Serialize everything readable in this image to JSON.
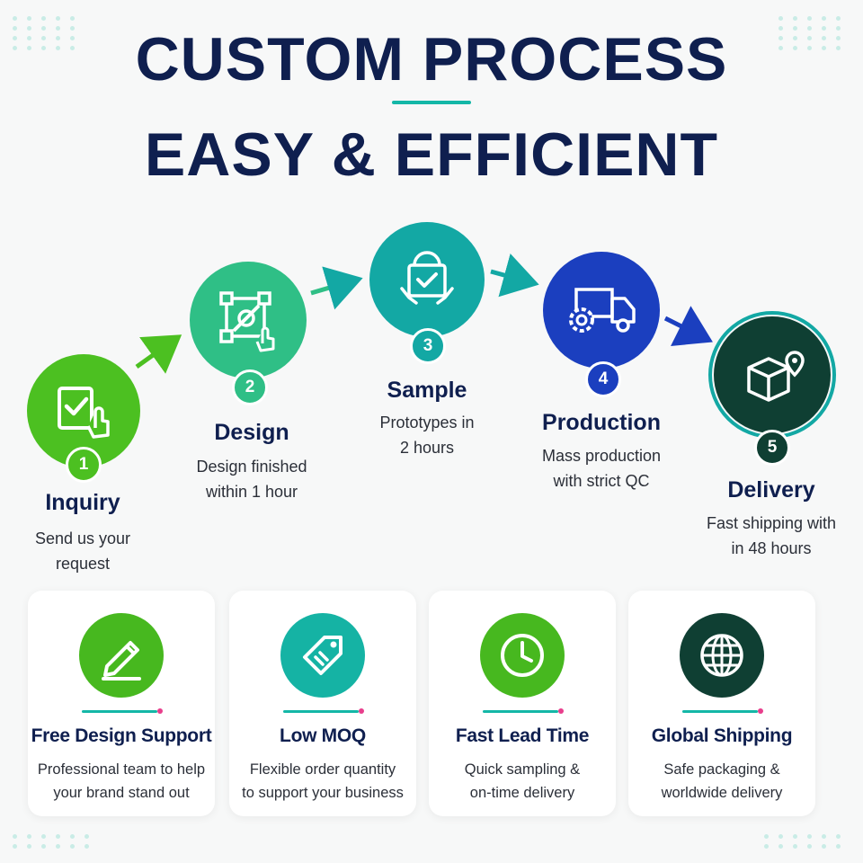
{
  "header": {
    "line1": "CUSTOM PROCESS",
    "line2": "EASY & EFFICIENT"
  },
  "steps": [
    {
      "number": "1",
      "title": "Inquiry",
      "desc_line1": "Send us your",
      "desc_line2": "request",
      "icon": "tap-checklist-icon",
      "color": "#4cc021"
    },
    {
      "number": "2",
      "title": "Design",
      "desc_line1": "Design finished",
      "desc_line2": "within 1 hour",
      "icon": "design-edit-icon",
      "color": "#2fbf86"
    },
    {
      "number": "3",
      "title": "Sample",
      "desc_line1": "Prototypes in",
      "desc_line2": "2 hours",
      "icon": "shopping-bag-check-icon",
      "color": "#13a8a4"
    },
    {
      "number": "4",
      "title": "Production",
      "desc_line1": "Mass production",
      "desc_line2": "with strict QC",
      "icon": "truck-gear-icon",
      "color": "#1b3fbf"
    },
    {
      "number": "5",
      "title": "Delivery",
      "desc_line1": "Fast shipping with",
      "desc_line2": "in 48 hours",
      "icon": "package-pin-icon",
      "color": "#0f3f33"
    }
  ],
  "features": [
    {
      "title": "Free Design Support",
      "desc_line1": "Professional team to help",
      "desc_line2": "your brand stand out",
      "icon": "pencil-icon",
      "color": "#47b81f"
    },
    {
      "title": "Low MOQ",
      "desc_line1": "Flexible order quantity",
      "desc_line2": "to support your business",
      "icon": "price-tag-icon",
      "color": "#15b3a4"
    },
    {
      "title": "Fast Lead Time",
      "desc_line1": "Quick sampling &",
      "desc_line2": "on-time delivery",
      "icon": "clock-icon",
      "color": "#47b81f"
    },
    {
      "title": "Global Shipping",
      "desc_line1": "Safe packaging &",
      "desc_line2": "worldwide delivery",
      "icon": "globe-icon",
      "color": "#0f3f33"
    }
  ],
  "colors": {
    "heading": "#0f1f4f",
    "accent": "#14b7a7",
    "pink_dot": "#e83e8c",
    "green_arrow": "#4cc021",
    "teal_arrow": "#13a8a4",
    "blue_arrow": "#1b3fbf"
  }
}
